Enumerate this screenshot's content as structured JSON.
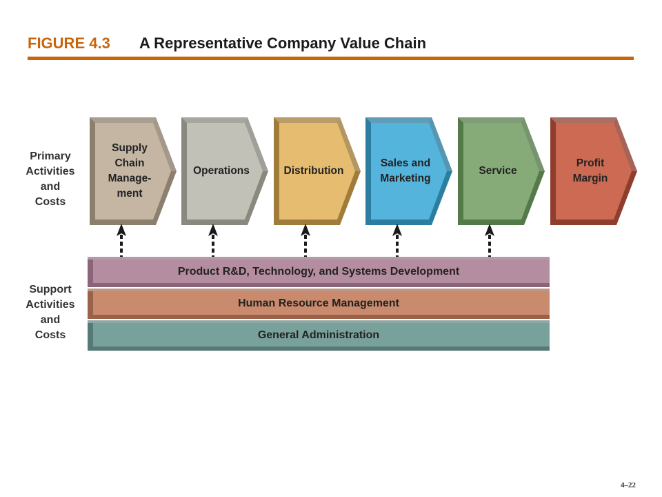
{
  "figure": {
    "label": "FIGURE 4.3",
    "title": "A Representative Company Value Chain"
  },
  "primary": {
    "label": "Primary\nActivities\nand\nCosts",
    "items": [
      {
        "label": "Supply\nChain\nManage-\nment",
        "color": "#b3a592",
        "face": "#c4b6a3",
        "edge": "#8c7f6d",
        "text": "dark"
      },
      {
        "label": "Operations",
        "color": "#b4b3aa",
        "face": "#c2c1b8",
        "edge": "#8a897f",
        "text": "dark"
      },
      {
        "label": "Distribution",
        "color": "#deb060",
        "face": "#e6bd70",
        "edge": "#a07c3a",
        "text": "dark"
      },
      {
        "label": "Sales and\nMarketing",
        "color": "#3fa6cf",
        "face": "#55b4dc",
        "edge": "#2b7ea0",
        "text": "dark"
      },
      {
        "label": "Service",
        "color": "#789e6c",
        "face": "#86ab79",
        "edge": "#557a4a",
        "text": "dark"
      },
      {
        "label": "Profit\nMargin",
        "color": "#c05b46",
        "face": "#cc6a53",
        "edge": "#8f3e2e",
        "text": "dark"
      }
    ]
  },
  "support": {
    "label": "Support\nActivities\nand\nCosts",
    "items": [
      {
        "label": "Product R&D, Technology, and Systems Development",
        "color": "#b58da0",
        "edge": "#8a6478"
      },
      {
        "label": "Human Resource Management",
        "color": "#c98a6e",
        "edge": "#9a6248"
      },
      {
        "label": "General Administration",
        "color": "#79a19c",
        "edge": "#557a75"
      }
    ]
  },
  "page_number": "4–22"
}
